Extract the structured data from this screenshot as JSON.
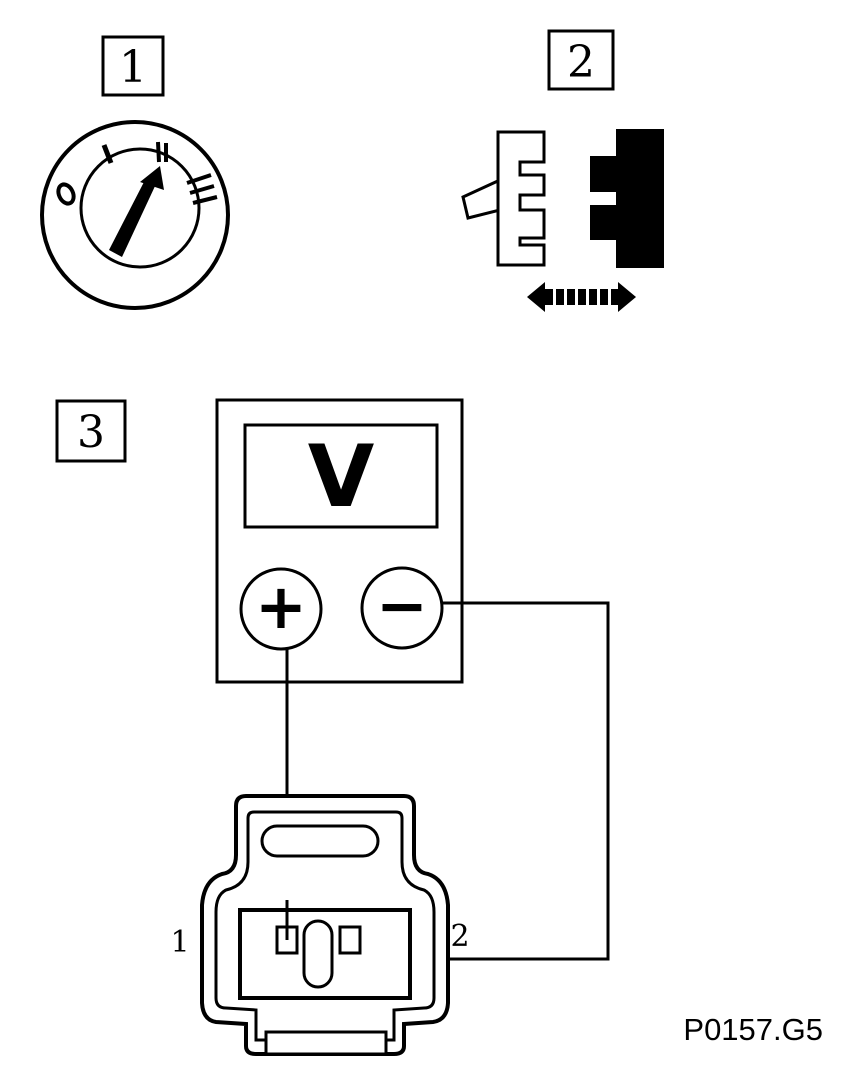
{
  "steps": [
    {
      "number": "1"
    },
    {
      "number": "2"
    },
    {
      "number": "3"
    }
  ],
  "ignition_switch": {
    "positions": [
      "0",
      "I",
      "II",
      "III"
    ],
    "selected": "II"
  },
  "voltmeter": {
    "display": "V",
    "positive_terminal": "+",
    "negative_terminal": "−"
  },
  "connector": {
    "pin_left": "1",
    "pin_right": "2"
  },
  "figure_reference": "P0157.G5",
  "colors": {
    "ink": "#000000",
    "paper": "#ffffff"
  }
}
